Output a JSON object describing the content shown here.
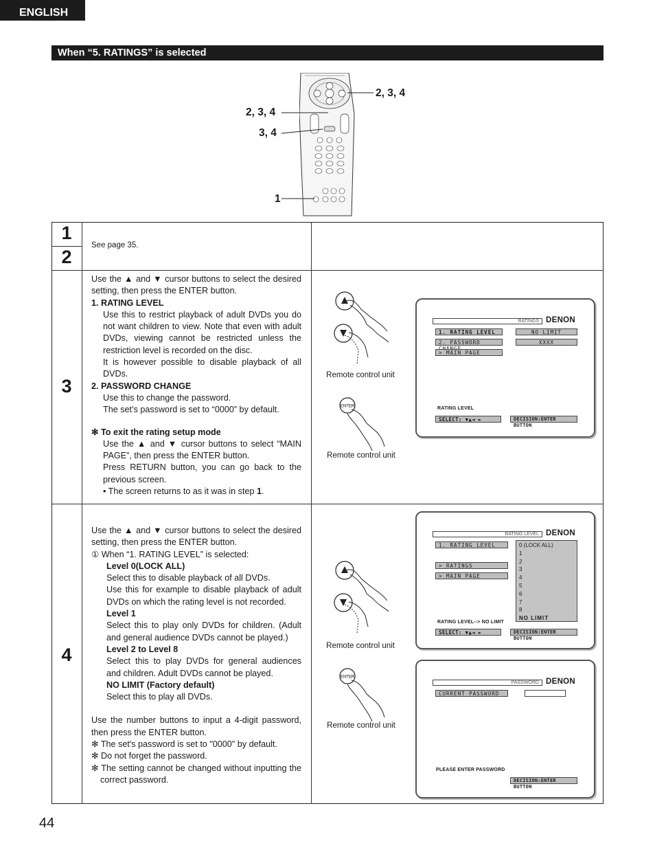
{
  "language_tab": "ENGLISH",
  "section_title": "When “5. RATINGS” is selected",
  "callouts": {
    "right": "2, 3, 4",
    "left_top": "2, 3, 4",
    "left_mid": "3, 4",
    "left_bottom": "1"
  },
  "steps": {
    "s1": "1",
    "s2": "2",
    "s3": "3",
    "s4": "4"
  },
  "step12_text": "See page 35.",
  "step3": {
    "intro": "Use the ▲ and ▼ cursor buttons to select the desired setting, then press the ENTER button.",
    "item1_title": "1.  RATING LEVEL",
    "item1_body_a": "Use this to restrict playback of adult DVDs you do not want children to view. Note that even with adult DVDs, viewing cannot be restricted unless the restriction level is recorded on the disc.",
    "item1_body_b": "It is however possible to disable playback of all DVDs.",
    "item2_title": "2.  PASSWORD CHANGE",
    "item2_body_a": "Use this to change the password.",
    "item2_body_b": "The set’s password is set to “0000” by default.",
    "exit_title": "✻ To exit the rating setup mode",
    "exit_body_a": "Use the ▲ and ▼ cursor buttons to select “MAIN PAGE”, then press the ENTER button.",
    "exit_body_b": "Press RETURN button, you can go back to the previous screen.",
    "exit_bullet_prefix": "•  The screen returns to as it was in step ",
    "exit_bullet_step": "1",
    "exit_bullet_suffix": "."
  },
  "step4": {
    "intro": "Use the ▲ and ▼ cursor buttons to select the desired setting, then press the ENTER button.",
    "sub_title": "①  When “1. RATING LEVEL” is selected:",
    "lvl0_title": "Level 0(LOCK ALL)",
    "lvl0_a": "Select this to disable playback of all DVDs.",
    "lvl0_b": "Use this for example to disable playback of adult DVDs on which the rating level is not recorded.",
    "lvl1_title": "Level 1",
    "lvl1_body": "Select this to play only DVDs for children. (Adult and general audience DVDs cannot be played.)",
    "lvl28_title": "Level 2 to Level 8",
    "lvl28_body": "Select this to play DVDs for general audiences and children. Adult DVDs cannot be played.",
    "nolimit_title": "NO LIMIT (Factory default)",
    "nolimit_body": "Select this to play all DVDs.",
    "pw_intro": "Use the number buttons to input a 4-digit password, then press the ENTER button.",
    "note1": "✻ The set's password is set to \"0000\" by default.",
    "note2": "✻ Do not forget the password.",
    "note3": "✻ The setting cannot be changed without inputting the correct password."
  },
  "remote_caption": "Remote control unit",
  "enter_label": "ENTER",
  "screen_a": {
    "tab": "RATINGS",
    "brand": "DENON",
    "item1": "1. RATING LEVEL",
    "item2": "2. PASSWORD CHANGE",
    "item3": "> MAIN PAGE",
    "val1": "NO LIMIT",
    "val2": "XXXX",
    "status": "RATING LEVEL",
    "select": "SELECT:  ▼▲◄ ►",
    "decision": "DECISION:ENTER BUTTON"
  },
  "screen_b": {
    "tab": "RATING LEVEL",
    "brand": "DENON",
    "item1": "1. RATING LEVEL",
    "item2": "> RATINGS",
    "item3": "> MAIN PAGE",
    "levels": [
      "0 (LOCK ALL)",
      "1",
      "2",
      "3",
      "4",
      "5",
      "6",
      "7",
      "8",
      "NO LIMIT"
    ],
    "status": "RATING LEVEL--> NO LIMIT",
    "select": "SELECT:  ▼▲◄ ►",
    "decision": "DECISION:ENTER BUTTON"
  },
  "screen_c": {
    "tab": "PASSWORD",
    "brand": "DENON",
    "item1": "CURRENT PASSWORD",
    "status": "PLEASE ENTER PASSWORD",
    "decision": "DECISION:ENTER BUTTON"
  },
  "page_number": "44"
}
